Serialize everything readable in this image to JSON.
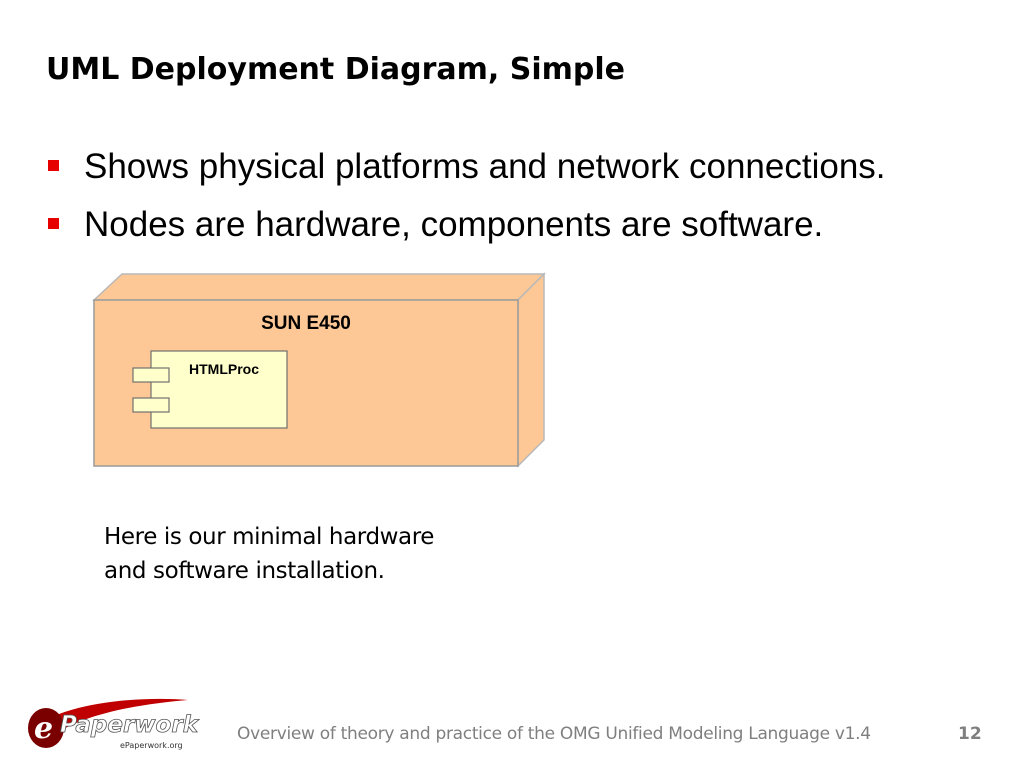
{
  "slide": {
    "title": "UML Deployment Diagram, Simple",
    "bullets": [
      "Shows physical platforms and network connections.",
      "Nodes are hardware, components are software."
    ],
    "caption_lines": [
      "Here is our minimal hardware",
      "and software installation."
    ]
  },
  "diagram": {
    "node_label": "SUN E450",
    "component_label": "HTMLProc",
    "node_color": "#fdc896",
    "component_color": "#ffffcc"
  },
  "footer": {
    "text": "Overview of theory and practice of the OMG Unified Modeling Language v1.4",
    "page_number": "12",
    "logo_text": "Paperwork",
    "logo_tagline": "ePaperwork.org"
  },
  "colors": {
    "bullet": "#e60000",
    "footer_text": "#7f7f7f"
  }
}
